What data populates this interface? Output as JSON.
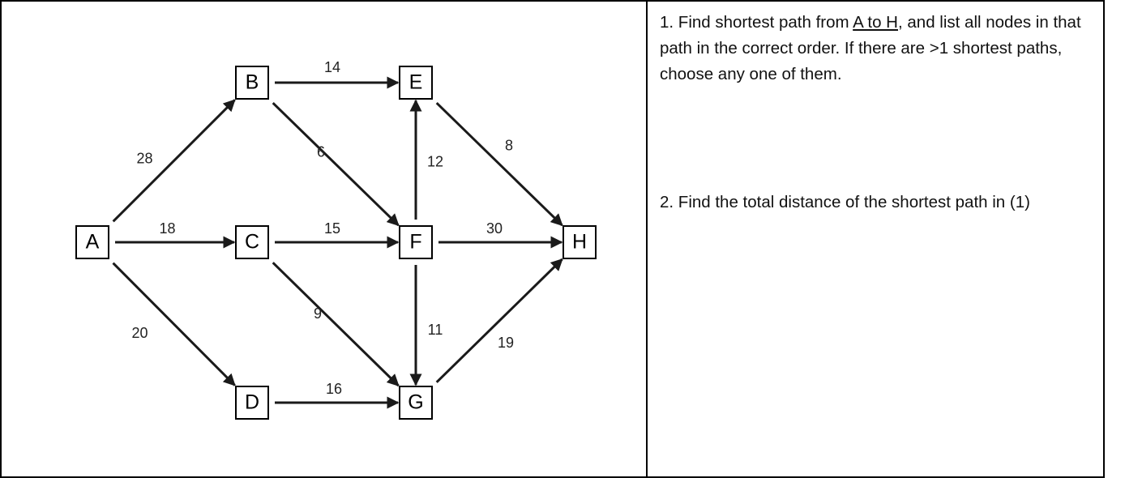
{
  "graph": {
    "nodes": [
      {
        "id": "A",
        "label": "A"
      },
      {
        "id": "B",
        "label": "B"
      },
      {
        "id": "C",
        "label": "C"
      },
      {
        "id": "D",
        "label": "D"
      },
      {
        "id": "E",
        "label": "E"
      },
      {
        "id": "F",
        "label": "F"
      },
      {
        "id": "G",
        "label": "G"
      },
      {
        "id": "H",
        "label": "H"
      }
    ],
    "edges": [
      {
        "from": "A",
        "to": "B",
        "weight": "28"
      },
      {
        "from": "A",
        "to": "C",
        "weight": "18"
      },
      {
        "from": "A",
        "to": "D",
        "weight": "20"
      },
      {
        "from": "B",
        "to": "E",
        "weight": "14"
      },
      {
        "from": "B",
        "to": "F",
        "weight": "6"
      },
      {
        "from": "C",
        "to": "F",
        "weight": "15"
      },
      {
        "from": "C",
        "to": "G",
        "weight": "9"
      },
      {
        "from": "D",
        "to": "G",
        "weight": "16"
      },
      {
        "from": "F",
        "to": "E",
        "weight": "12"
      },
      {
        "from": "F",
        "to": "H",
        "weight": "30"
      },
      {
        "from": "F",
        "to": "G",
        "weight": "11"
      },
      {
        "from": "E",
        "to": "H",
        "weight": "8"
      },
      {
        "from": "G",
        "to": "H",
        "weight": "19"
      }
    ]
  },
  "questions": {
    "q1": {
      "before": "1.  Find shortest path from ",
      "underlined": "A to H",
      "after": ", and list all nodes in that path in the correct order. If there are >1 shortest paths, choose any one of them."
    },
    "q2": "2.  Find the total distance of the shortest path in (1)"
  }
}
